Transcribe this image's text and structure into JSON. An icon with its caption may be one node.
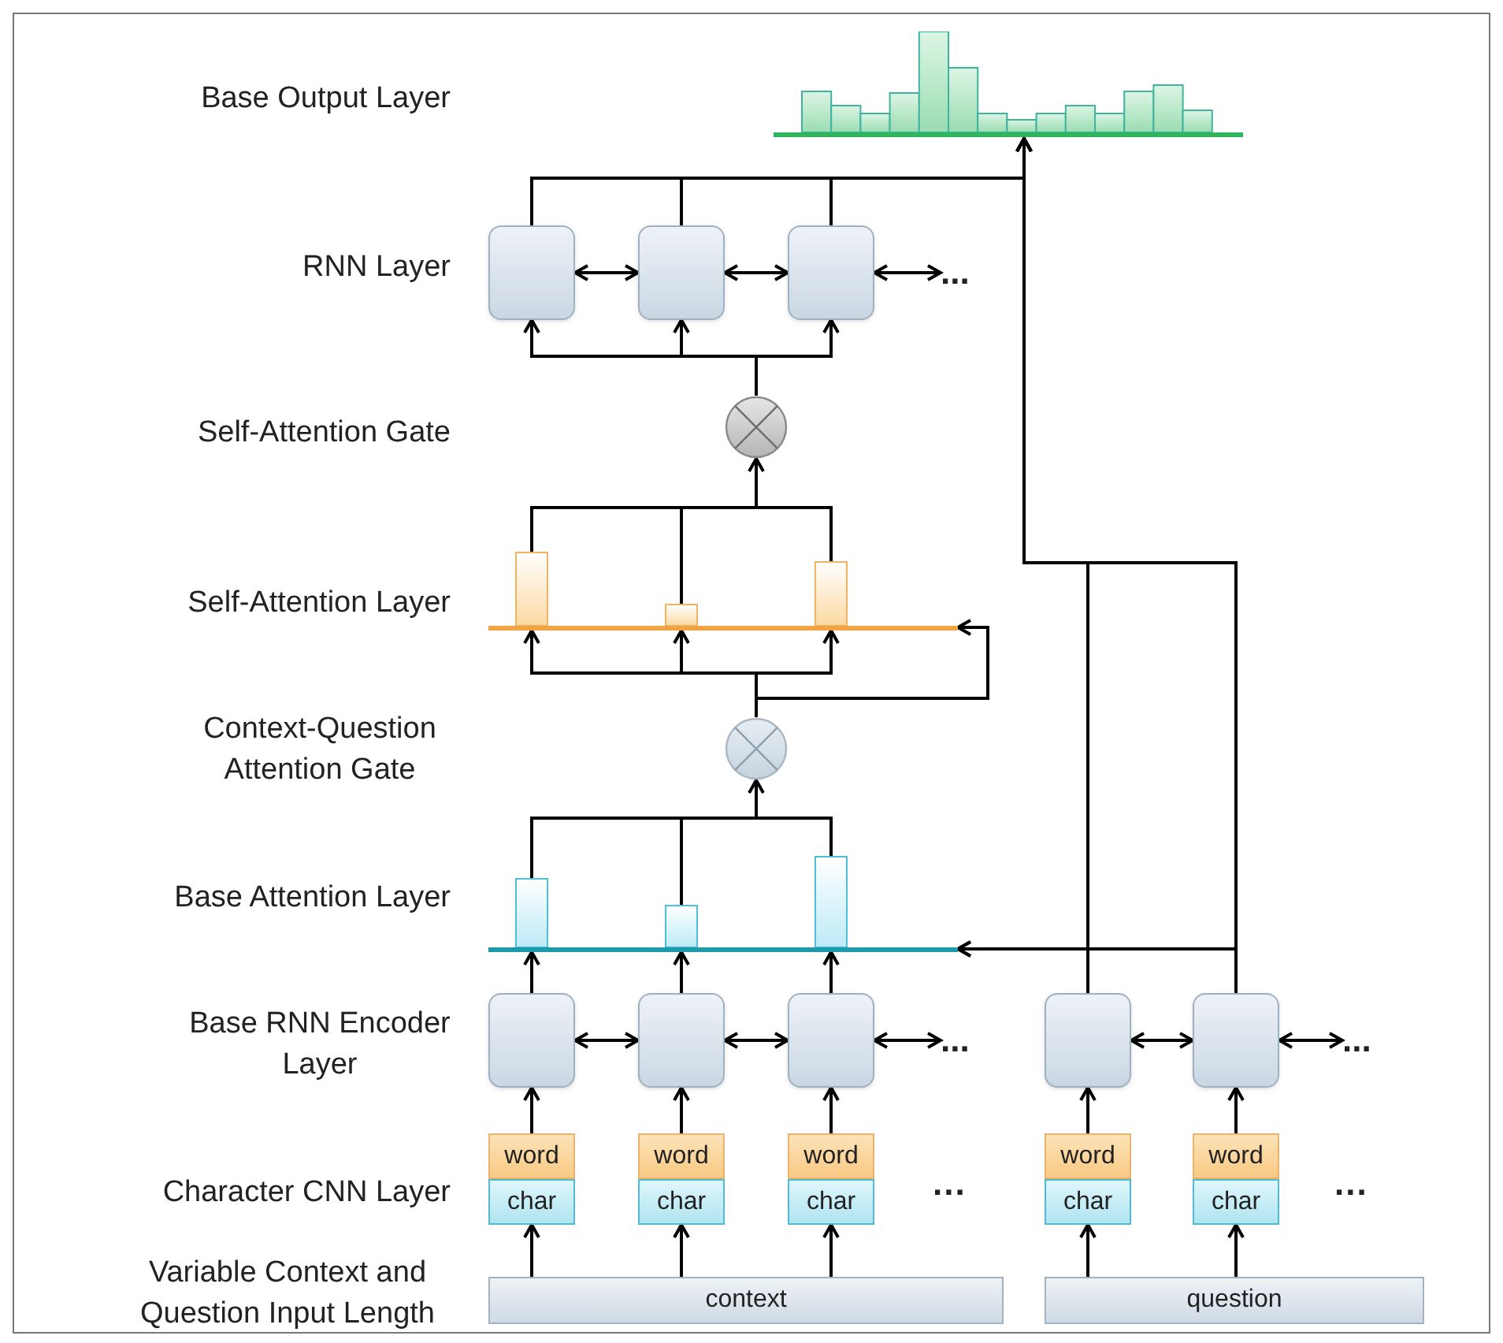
{
  "diagram": {
    "nodes": [
      {
        "text": [],
        "shape": "bar"
      },
      {
        "text": [],
        "shape": "box"
      },
      {
        "text": [],
        "shape": "box"
      },
      {
        "text": [],
        "shape": "box"
      },
      {
        "text": [],
        "shape": "circle"
      },
      {
        "text": [],
        "shape": "bar"
      },
      {
        "text": [],
        "shape": "circle"
      },
      {
        "text": [],
        "shape": "bar"
      },
      {
        "text": [],
        "shape": "box"
      },
      {
        "text": [],
        "shape": "box"
      },
      {
        "text": [],
        "shape": "box"
      },
      {
        "text": [],
        "shape": "box"
      },
      {
        "text": [],
        "shape": "box"
      },
      {
        "text": [
          "word"
        ]
      },
      {
        "text": [
          "word"
        ]
      },
      {
        "text": [
          "word"
        ]
      },
      {
        "text": [
          "word"
        ]
      },
      {
        "text": [
          "word"
        ]
      },
      {
        "text": [
          "char"
        ]
      },
      {
        "text": [
          "char"
        ]
      },
      {
        "text": [
          "char"
        ]
      },
      {
        "text": [
          "char"
        ]
      },
      {
        "text": [
          "char"
        ]
      },
      {
        "text": [
          "context"
        ]
      },
      {
        "text": [
          "question"
        ]
      },
      {
        "text": [
          "..."
        ]
      },
      {
        "text": [
          "..."
        ]
      },
      {
        "text": [
          "..."
        ]
      }
    ],
    "edges": [
      {
        "from": 23,
        "to": 18,
        "arrow": "to"
      },
      {
        "from": 23,
        "to": 19,
        "arrow": "to"
      },
      {
        "from": 23,
        "to": 20,
        "arrow": "to"
      },
      {
        "from": 24,
        "to": 21,
        "arrow": "to"
      },
      {
        "from": 24,
        "to": 22,
        "arrow": "to"
      },
      {
        "from": 13,
        "to": 8,
        "arrow": "to"
      },
      {
        "from": 14,
        "to": 9,
        "arrow": "to"
      },
      {
        "from": 15,
        "to": 10,
        "arrow": "to"
      },
      {
        "from": 16,
        "to": 11,
        "arrow": "to"
      },
      {
        "from": 17,
        "to": 12,
        "arrow": "to"
      },
      {
        "from": 8,
        "to": 9,
        "arrow": "both"
      },
      {
        "from": 9,
        "to": 10,
        "arrow": "both"
      },
      {
        "from": 10,
        "to": 25,
        "arrow": "both"
      },
      {
        "from": 11,
        "to": 12,
        "arrow": "both"
      },
      {
        "from": 12,
        "to": 26,
        "arrow": "both"
      },
      {
        "from": 8,
        "to": 7,
        "arrow": "to"
      },
      {
        "from": 9,
        "to": 7,
        "arrow": "to"
      },
      {
        "from": 10,
        "to": 7,
        "arrow": "to"
      },
      {
        "from": 11,
        "to": 7,
        "arrow": "to"
      },
      {
        "from": 12,
        "to": 7,
        "arrow": "to"
      },
      {
        "from": 11,
        "to": 0,
        "arrow": "to"
      },
      {
        "from": 12,
        "to": 0,
        "arrow": "to"
      },
      {
        "from": 1,
        "to": 0,
        "arrow": "to"
      },
      {
        "from": 2,
        "to": 0,
        "arrow": "to"
      },
      {
        "from": 3,
        "to": 0,
        "arrow": "to"
      },
      {
        "from": 7,
        "to": 6,
        "arrow": "to"
      },
      {
        "from": 6,
        "to": 5,
        "arrow": "to"
      },
      {
        "from": 6,
        "to": 5,
        "arrow": "to"
      },
      {
        "from": 5,
        "to": 4,
        "arrow": "to"
      },
      {
        "from": 4,
        "to": 1,
        "arrow": "to"
      },
      {
        "from": 4,
        "to": 2,
        "arrow": "to"
      },
      {
        "from": 4,
        "to": 3,
        "arrow": "to"
      },
      {
        "from": 1,
        "to": 2,
        "arrow": "both"
      },
      {
        "from": 2,
        "to": 3,
        "arrow": "both"
      },
      {
        "from": 3,
        "to": 27,
        "arrow": "both"
      }
    ],
    "labels": [
      "Base Output Layer",
      "RNN Layer",
      "Self-Attention Gate",
      "Self-Attention Layer",
      "Context-Question Attention Gate",
      "Base Attention Layer",
      "Base RNN Encoder Layer",
      "Character CNN Layer",
      "...",
      "...",
      "Variable Context and Question Input Length"
    ]
  }
}
